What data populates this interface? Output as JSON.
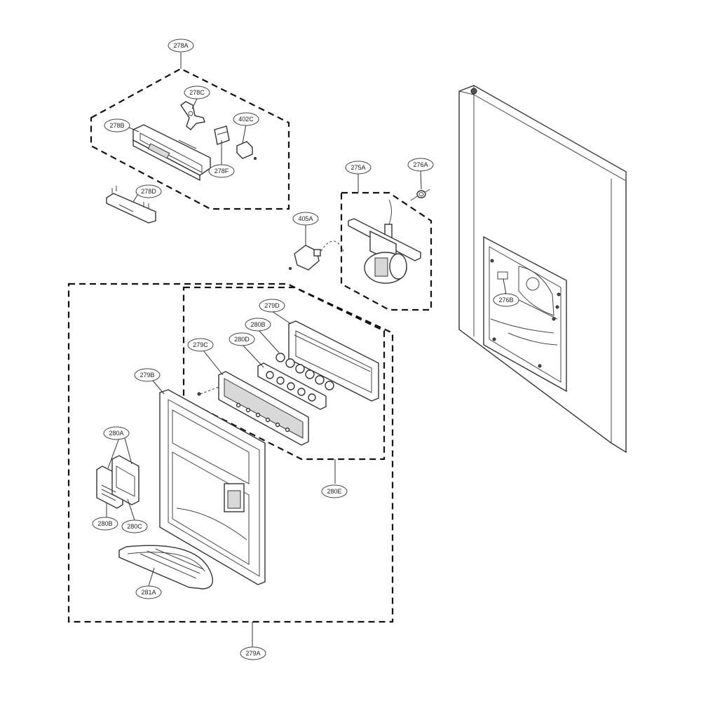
{
  "callouts": {
    "c278A": "278A",
    "c278B": "278B",
    "c278C": "278C",
    "c278D": "278D",
    "c278F": "278F",
    "c402C": "402C",
    "c275A": "275A",
    "c276A": "276A",
    "c276B": "276B",
    "c405A": "405A",
    "c279A": "279A",
    "c279B": "279B",
    "c279C": "279C",
    "c279D": "279D",
    "c280A": "280A",
    "c280B_top": "280B",
    "c280B_bottom": "280B",
    "c280C": "280C",
    "c280D": "280D",
    "c280E": "280E",
    "c281A": "281A"
  }
}
